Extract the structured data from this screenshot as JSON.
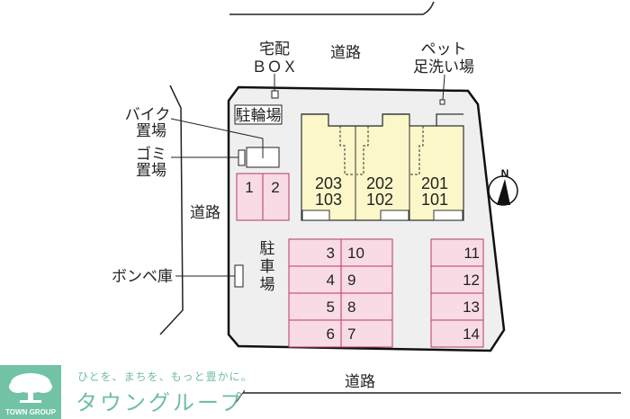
{
  "labels": {
    "road_top": "道路",
    "road_left": "道路",
    "road_bottom": "道路",
    "delivery_box_line1": "宅配",
    "delivery_box_line2": "ＢＯＸ",
    "pet_wash_line1": "ペット",
    "pet_wash_line2": "足洗い場",
    "bicycle_parking": "駐輪場",
    "bike_parking_line1": "バイク",
    "bike_parking_line2": "置場",
    "garbage_line1": "ゴミ",
    "garbage_line2": "置場",
    "gas_cylinder": "ボンベ庫",
    "parking_lot_chars": [
      "駐",
      "車",
      "場"
    ],
    "compass": "N"
  },
  "units": [
    {
      "upper": "203",
      "lower": "103"
    },
    {
      "upper": "202",
      "lower": "102"
    },
    {
      "upper": "201",
      "lower": "101"
    }
  ],
  "parking_small": [
    "1",
    "2"
  ],
  "parking_block_a_left": [
    "3",
    "4",
    "5",
    "6"
  ],
  "parking_block_a_right": [
    "10",
    "9",
    "8",
    "7"
  ],
  "parking_block_b": [
    "11",
    "12",
    "13",
    "14"
  ],
  "logo": {
    "company": "TOWN GROUP",
    "tagline": "ひとを、まちを、もっと豊かに。",
    "brand": "タウングループ"
  },
  "colors": {
    "lot": "#efefef",
    "building": "#fbf7c9",
    "parking_fill": "#f9dbe5",
    "parking_border": "#b93a5e",
    "logo": "#72c3a6"
  }
}
